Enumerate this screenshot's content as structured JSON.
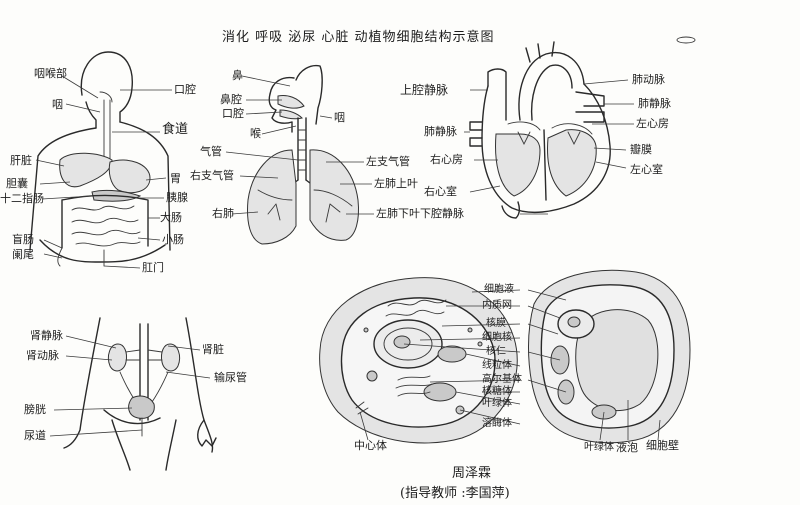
{
  "title": "消化 呼吸 泌尿 心脏 动植物细胞结构示意图",
  "digestive": {
    "yanhoutou": "咽喉部",
    "yan": "咽",
    "kouqiang": "口腔",
    "shidao": "食道",
    "gan": "肝脏",
    "dannang": "胆囊",
    "shierzhichang": "十二指肠",
    "wei": "胃",
    "yixian": "胰腺",
    "dachang": "大肠",
    "xiaochang": "小肠",
    "manchang": "盲肠",
    "lanwei": "阑尾",
    "gangmen": "肛门"
  },
  "respiratory": {
    "bi": "鼻",
    "ehou": "鼻腔",
    "kouqiang": "口腔",
    "yan": "咽",
    "hou": "喉",
    "qiguan": "气管",
    "youzhiqiguan": "右支气管",
    "youfei": "右肺",
    "zuozhiqiguan": "左支气管",
    "zuofeishangye": "左肺上叶",
    "zuofeixiaye": "左肺下叶"
  },
  "heart": {
    "shangqiangjingmai": "上腔静脉",
    "feidongmai": "肺动脉",
    "feijingmai": "肺静脉",
    "zuoxinfang": "左心房",
    "feijingmai2": "肺静脉",
    "youxinfang": "右心房",
    "banmo": "瓣膜",
    "youxinshi": "右心室",
    "zuoxinshi": "左心室",
    "xiaqiangjingmai": "下腔静脉"
  },
  "urinary": {
    "shenjingmai": "肾静脉",
    "shendongmai": "肾动脉",
    "shenzang": "肾脏",
    "shuniaoguan": "输尿管",
    "pangguang": "膀胱",
    "niaodao": "尿道"
  },
  "cell": {
    "xibaoye": "细胞液",
    "neizhiwang": "内质网",
    "hemo": "核膜",
    "xibaohe": "细胞核",
    "heren": "核仁",
    "xianliti": "线粒体",
    "gaoerjiti": "高尔基体",
    "hetangti": "核糖体",
    "yeluti": "叶绿体",
    "rongmeiti": "溶酶体",
    "zhongxinti": "中心体",
    "yelvti": "叶绿体",
    "yepao": "液泡",
    "xibaobi": "细胞壁"
  },
  "caption": {
    "name": "周泽霖",
    "teacher": "(指导教师 :李国萍)"
  }
}
